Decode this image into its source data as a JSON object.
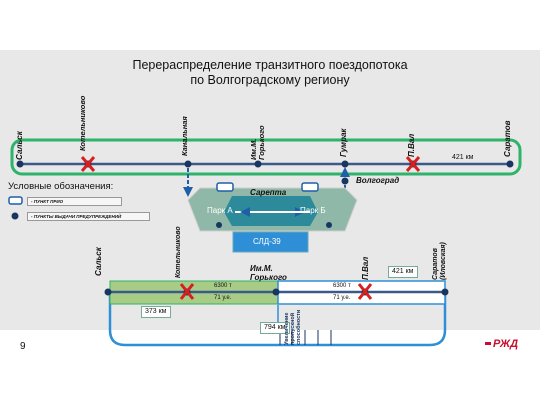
{
  "title": {
    "line1": "Перераспределение транзитного поездопотока",
    "line2": "по Волгоградскому региону"
  },
  "top_line": {
    "stations": [
      "Сальск",
      "Котельниково",
      "Канальная",
      "Им.М. Горького",
      "Гумрак",
      "П.Вал",
      "Саратов"
    ],
    "km_label": "421 км",
    "volgograd": "Волгоград"
  },
  "center": {
    "sarepta": "Сарепта",
    "park_a": "Парк А",
    "park_b": "Парк Б",
    "sld": "СЛД-39"
  },
  "legend": {
    "title": "Условные обозначения:",
    "item1": "- ПУНКТ ПРИО",
    "item2": "- ПУНКТЫ ВЫДАЧИ ПРЕДУПРЕЖДЕНИЙ"
  },
  "bottom_line": {
    "stations": [
      "Сальск",
      "Котельниково",
      "Им.М. Горького",
      "П.Вал",
      "Саратов (Иловская)"
    ],
    "km_421": "421 км",
    "km_373": "373 км",
    "km_794": "794 км",
    "left_tons": "6300 т",
    "left_units": "71 у.е.",
    "right_tons": "6300 т",
    "right_units": "71 у.е.",
    "rotated_text": "Увеличение пропускной способности"
  },
  "page_number": "9",
  "logo": "РЖД",
  "colors": {
    "green": "#2db36a",
    "red": "#d62020",
    "blue": "#1f5fa8",
    "track": "#3a5a8a"
  }
}
